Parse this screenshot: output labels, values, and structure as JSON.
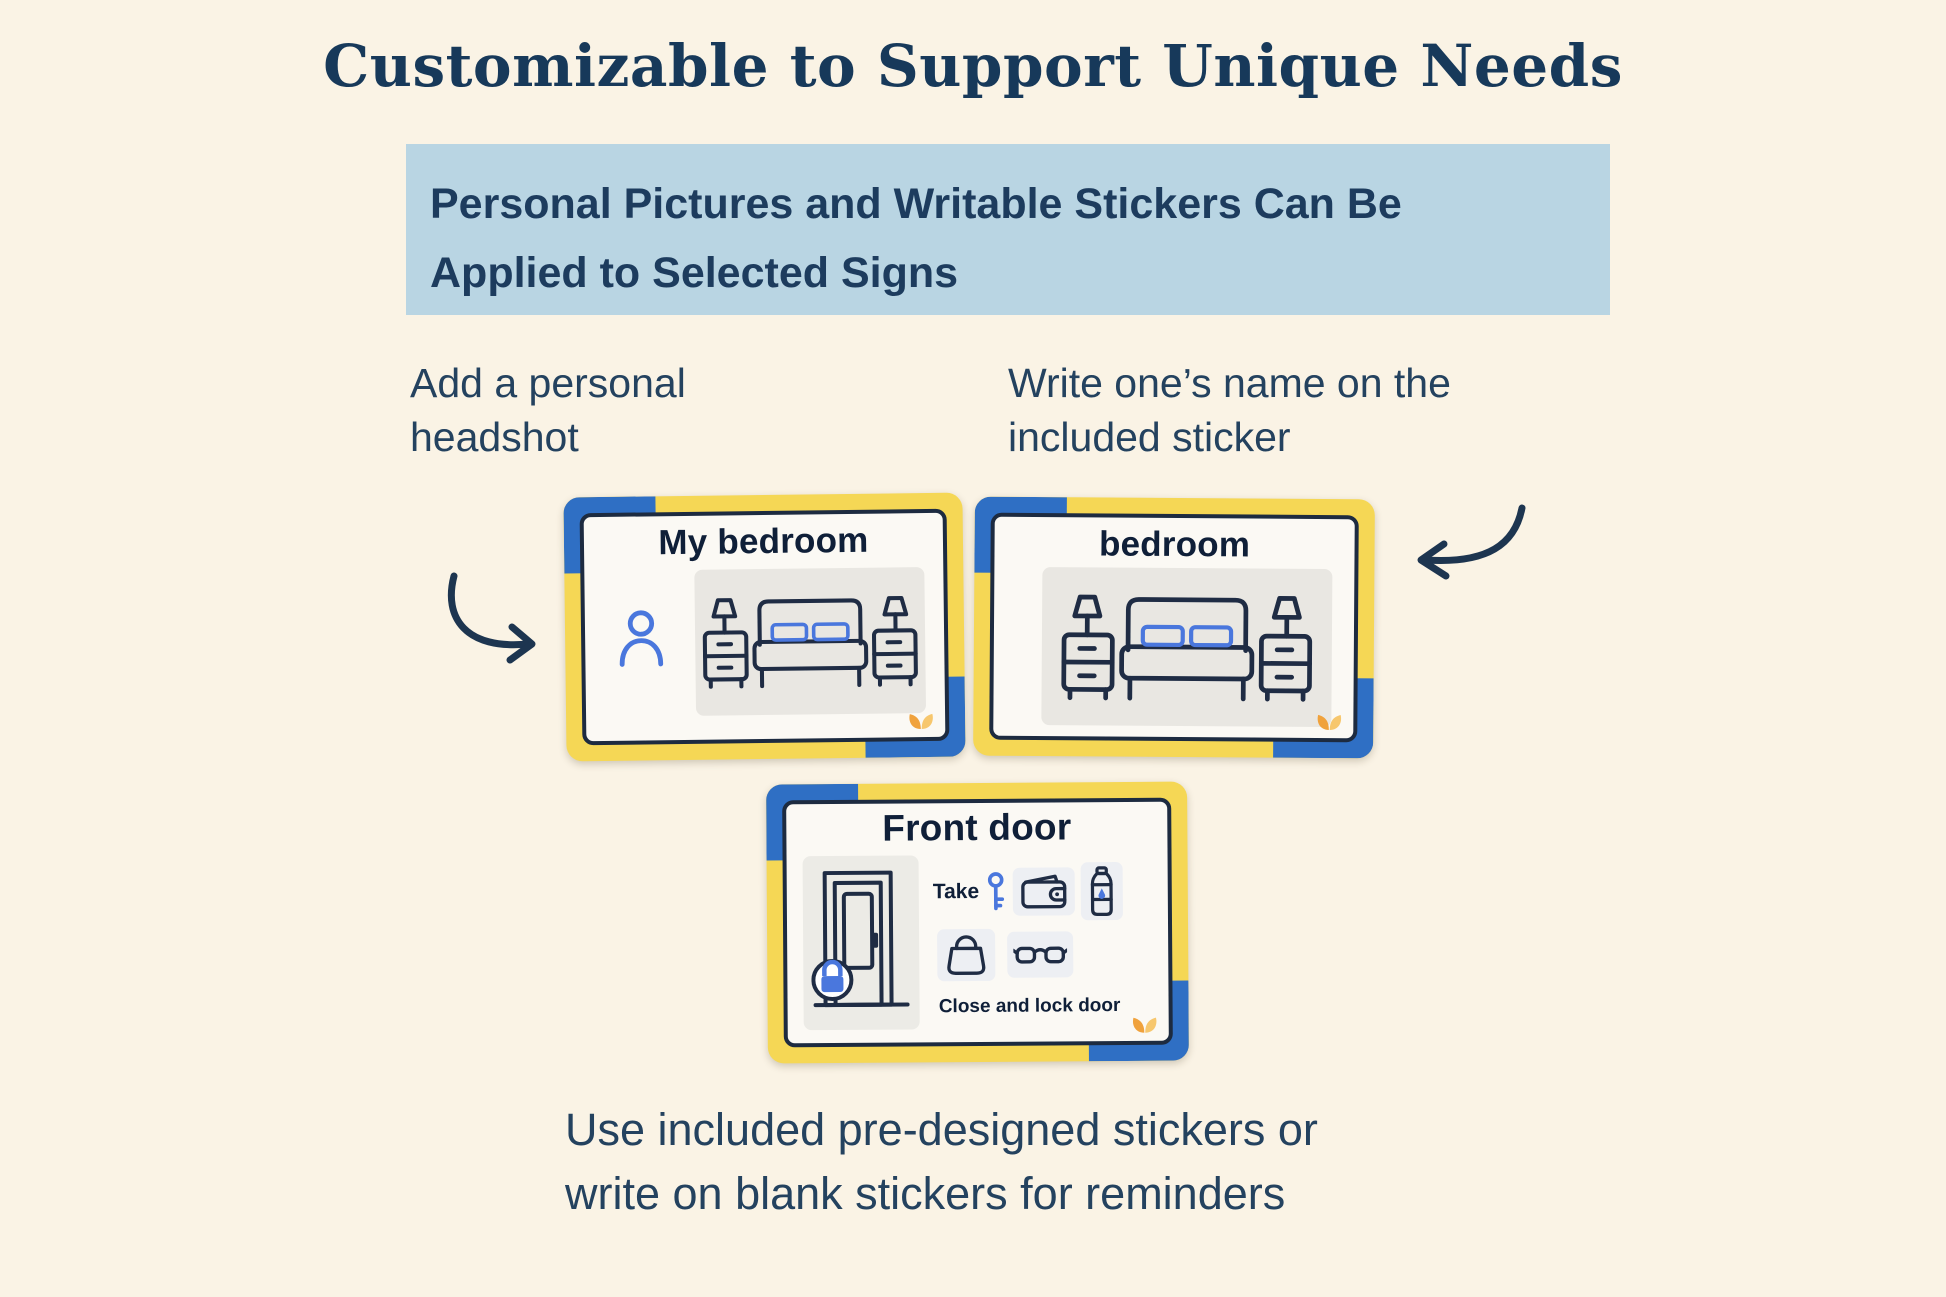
{
  "page": {
    "title": "Customizable to Support Unique Needs",
    "banner": {
      "line1": "Personal Pictures and Writable Stickers Can Be",
      "line2": "Applied to Selected Signs"
    },
    "captions": {
      "left": "Add a personal headshot",
      "right": "Write one’s name on the included sticker",
      "bottom_line1": "Use included pre-designed stickers or",
      "bottom_line2": "write on blank stickers for reminders"
    }
  },
  "cards": {
    "my_bedroom": {
      "title": "My bedroom"
    },
    "bedroom": {
      "title": "bedroom"
    },
    "front_door": {
      "title": "Front door",
      "take_label": "Take",
      "close_label": "Close and lock door"
    }
  },
  "icons": {
    "person": "person-icon",
    "bed": "bed-icon",
    "door_lock": "door-with-padlock-icon",
    "key": "key-icon",
    "wallet": "wallet-icon",
    "bottle": "water-bottle-icon",
    "bag": "handbag-icon",
    "glasses": "glasses-icon",
    "curved_arrow": "curved-arrow-icon",
    "logo": "brand-leaf-logo"
  },
  "colors": {
    "background": "#faf3e5",
    "banner_bg": "#b9d5e3",
    "title_navy": "#17395a",
    "text_navy": "#24425f",
    "card_yellow": "#f5d755",
    "card_blue": "#2f6fc4",
    "icon_navy": "#1f2c44",
    "icon_blue": "#4a77dd",
    "logo_orange": "#f0a23c"
  }
}
